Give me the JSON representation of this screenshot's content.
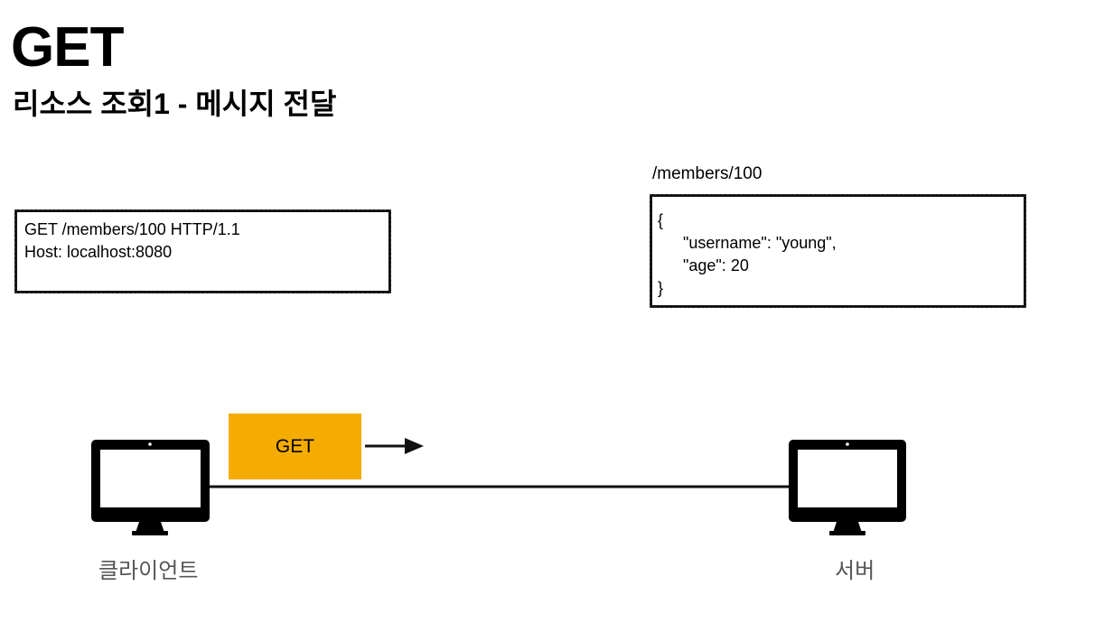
{
  "heading": {
    "title": "GET",
    "subtitle": "리소스 조회1 - 메시지 전달"
  },
  "request": {
    "lines": [
      "GET /members/100 HTTP/1.1",
      "Host: localhost:8080"
    ]
  },
  "response": {
    "label": "/members/100",
    "lines": [
      "{",
      "\"username\": \"young\",",
      "\"age\": 20",
      "}"
    ]
  },
  "message": {
    "method_label": "GET",
    "color": "#f5ac00"
  },
  "nodes": {
    "client_label": "클라이언트",
    "server_label": "서버"
  }
}
